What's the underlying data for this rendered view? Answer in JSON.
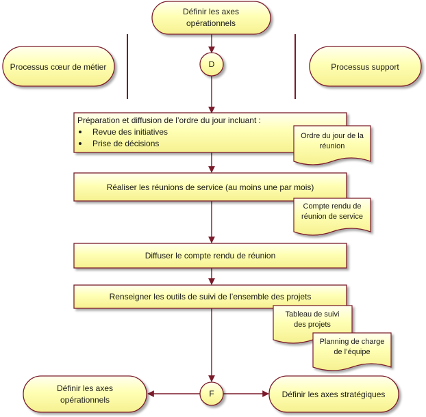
{
  "colors": {
    "fill": "#ffffa8",
    "stroke": "#7a1a2a",
    "connector": "#7a1a2a",
    "text": "#1a1a1a"
  },
  "start": {
    "line1": "Définir les axes",
    "line2": "opérationnels"
  },
  "lanes": {
    "left": "Processus cœur de métier",
    "right": "Processus support"
  },
  "start_connector": "D",
  "steps": {
    "prep": {
      "title": "Préparation et diffusion de l’ordre du jour incluant :",
      "bullets": [
        "Revue des initiatives",
        "Prise de décisions"
      ]
    },
    "meetings": "Réaliser les réunions de service (au moins une par mois)",
    "diffuse": "Diffuser le compte rendu de réunion",
    "tracking": "Renseigner les outils de suivi de l’ensemble des projets"
  },
  "documents": {
    "agenda": {
      "line1": "Ordre du jour de la",
      "line2": "réunion"
    },
    "minutes": {
      "line1": "Compte rendu de",
      "line2": "réunion de service"
    },
    "dashboard": {
      "line1": "Tableau de suivi",
      "line2": "des projets"
    },
    "workload": {
      "line1": "Planning de charge",
      "line2": "de l’équipe"
    }
  },
  "end_connector": "F",
  "ends": {
    "left": {
      "line1": "Définir les axes",
      "line2": "opérationnels"
    },
    "right": "Définir les axes stratégiques"
  }
}
